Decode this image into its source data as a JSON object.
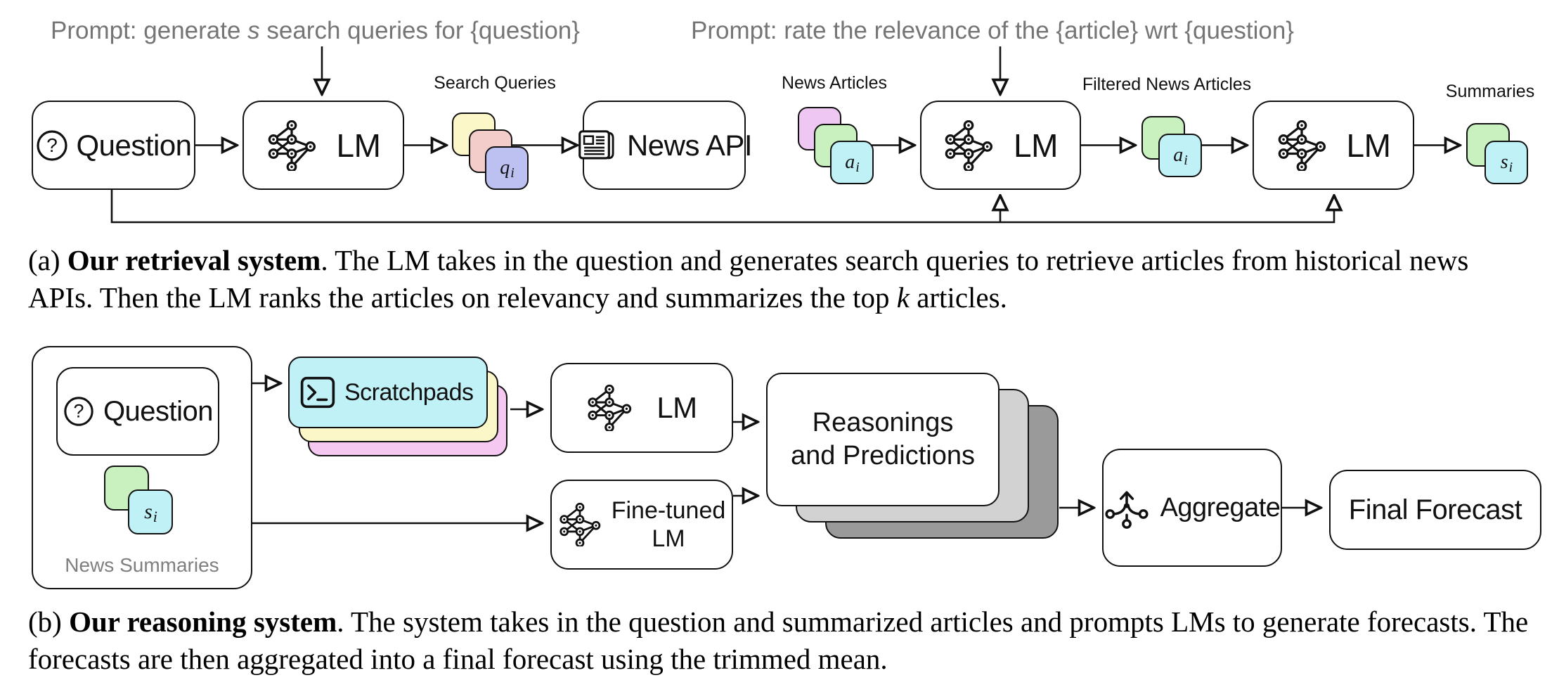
{
  "diagram_a": {
    "prompt_query": {
      "prefix": "Prompt: generate ",
      "italic": "s",
      "suffix": " search queries for {question}"
    },
    "prompt_rate": "Prompt: rate the relevance of the {article} wrt {question}",
    "nodes": {
      "question": "Question",
      "lm1": "LM",
      "news_api": "News API",
      "lm2": "LM",
      "lm3": "LM"
    },
    "labels": {
      "search_queries": "Search Queries",
      "news_articles": "News Articles",
      "filtered_news_articles": "Filtered News Articles",
      "summaries": "Summaries"
    },
    "cards": {
      "query": {
        "base": "q",
        "sub": "i"
      },
      "article": {
        "base": "a",
        "sub": "i"
      },
      "filtered_article": {
        "base": "a",
        "sub": "i"
      },
      "summary": {
        "base": "s",
        "sub": "i"
      }
    }
  },
  "caption_a": {
    "tag": "(a) ",
    "title": "Our retrieval system",
    "body": ". The LM takes in the question and generates search queries to retrieve articles from historical news APIs. Then the LM ranks the articles on relevancy and summarizes the top ",
    "italic": "k",
    "body_end": " articles."
  },
  "diagram_b": {
    "question": "Question",
    "summary_card": {
      "base": "s",
      "sub": "i"
    },
    "news_summaries": "News Summaries",
    "scratchpads": "Scratchpads",
    "lm": "LM",
    "fine_tuned_line1": "Fine-tuned",
    "fine_tuned_line2": "LM",
    "reasonings_line1": "Reasonings",
    "reasonings_line2": "and Predictions",
    "aggregate": "Aggregate",
    "final_forecast": "Final Forecast"
  },
  "caption_b": {
    "tag": "(b) ",
    "title": "Our reasoning system",
    "body": ". The system takes in the question and summarized articles and prompts LMs to generate forecasts. The forecasts are then aggregated into a final forecast using the trimmed mean."
  },
  "icons": {
    "question_glyph": "?"
  },
  "colors": {
    "card_yellow": "#fbf7c8",
    "card_salmon": "#f2cdca",
    "card_periwinkle": "#bdc1f2",
    "card_magenta": "#eec7f3",
    "card_green": "#c9f0bf",
    "card_cyan": "#c0f1f6",
    "scratchpad_pink": "#f4c8f1",
    "sheet_gray_mid": "#d2d2d2",
    "sheet_gray_dark": "#9a9a9a",
    "prompt_gray": "#757575",
    "line_black": "#111111"
  }
}
